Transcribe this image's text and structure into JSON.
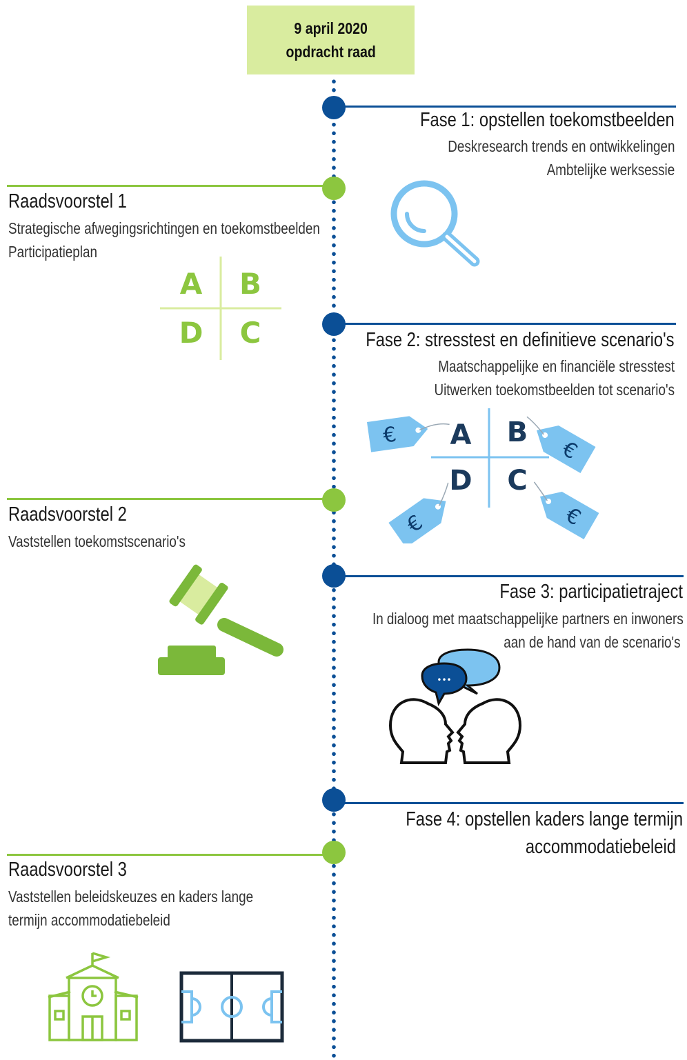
{
  "start": {
    "line1": "9 april 2020",
    "line2": "opdracht raad"
  },
  "phases": [
    {
      "title": "Fase 1: opstellen toekomstbeelden",
      "lines": [
        "Deskresearch trends en ontwikkelingen",
        "Ambtelijke werksessie"
      ]
    },
    {
      "title": "Fase 2: stresstest en definitieve scenario's",
      "lines": [
        "Maatschappelijke en financiële stresstest",
        "Uitwerken toekomstbeelden tot scenario's"
      ]
    },
    {
      "title": "Fase 3: participatietraject",
      "lines": [
        "In dialoog met maatschappelijke partners en inwoners",
        "aan de hand van de scenario's"
      ]
    },
    {
      "title": "Fase 4: opstellen kaders lange termijn",
      "title2": "accommodatiebeleid"
    }
  ],
  "raadsvoorstellen": [
    {
      "title": "Raadsvoorstel 1",
      "lines": [
        "Strategische afwegingsrichtingen en toekomstbeelden",
        "Participatieplan"
      ]
    },
    {
      "title": "Raadsvoorstel 2",
      "lines": [
        "Vaststellen toekomstscenario's"
      ]
    },
    {
      "title": "Raadsvoorstel 3",
      "lines": [
        "Vaststellen beleidskeuzes en kaders lange",
        "termijn accommodatiebeleid"
      ]
    }
  ],
  "quadrant_letters": {
    "a": "A",
    "b": "B",
    "c": "C",
    "d": "D"
  },
  "euro_symbol": "€",
  "speech_dots": "•••",
  "icons": [
    "magnifier-icon",
    "abcd-quadrant-icon",
    "euro-tag-icon",
    "gavel-icon",
    "dialogue-heads-icon",
    "school-building-icon",
    "sports-field-icon"
  ],
  "colors": {
    "blue": "#0b4f96",
    "green": "#8cc63f",
    "light_green": "#d9ec9f",
    "light_blue": "#7cc3f0",
    "dark_navy": "#1b2a3a"
  }
}
